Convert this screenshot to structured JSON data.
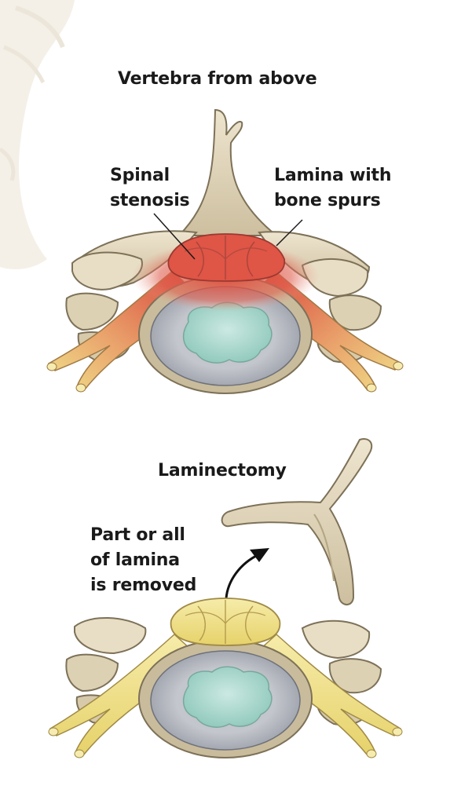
{
  "top_section": {
    "title": "Vertebra from above",
    "label_stenosis": [
      "Spinal",
      "stenosis"
    ],
    "label_lamina": [
      "Lamina with",
      "bone spurs"
    ]
  },
  "bottom_section": {
    "title": "Laminectomy",
    "label_removed": [
      "Part or all",
      "of lamina",
      "is removed"
    ]
  },
  "colors": {
    "bone": "#e2d7bf",
    "bone_shadow": "#a89a7a",
    "bone_outline": "#7d7158",
    "disc_outer": "#a9adb6",
    "disc_nucleus": "#a9d7cc",
    "stenosis_red": "#d9443a",
    "spinal_cord_yellow": "#f1e38a",
    "nerve_yellow": "#efe08a",
    "background_bone": "#eee7da"
  }
}
